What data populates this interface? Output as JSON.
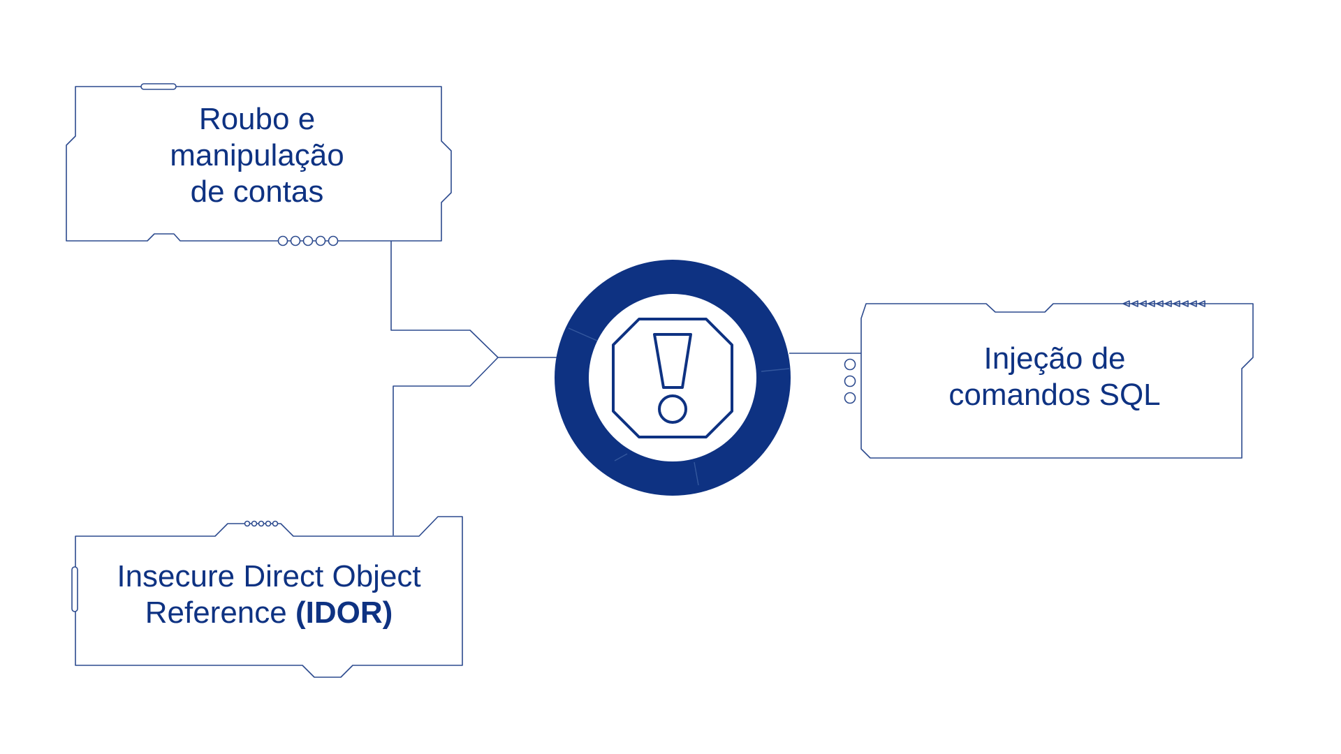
{
  "colors": {
    "primary": "#0E3282",
    "line": "#2C4A8E",
    "background": "#FFFFFF"
  },
  "icons": {
    "center": "warning-octagon-icon"
  },
  "nodes": {
    "top_left": {
      "lines": [
        "Roubo e",
        "manipulação",
        "de contas"
      ]
    },
    "right": {
      "lines": [
        "Injeção de",
        "comandos SQL"
      ]
    },
    "bottom_left": {
      "line1": "Insecure Direct Object",
      "line2_regular": "Reference ",
      "line2_bold": "(IDOR)"
    }
  }
}
